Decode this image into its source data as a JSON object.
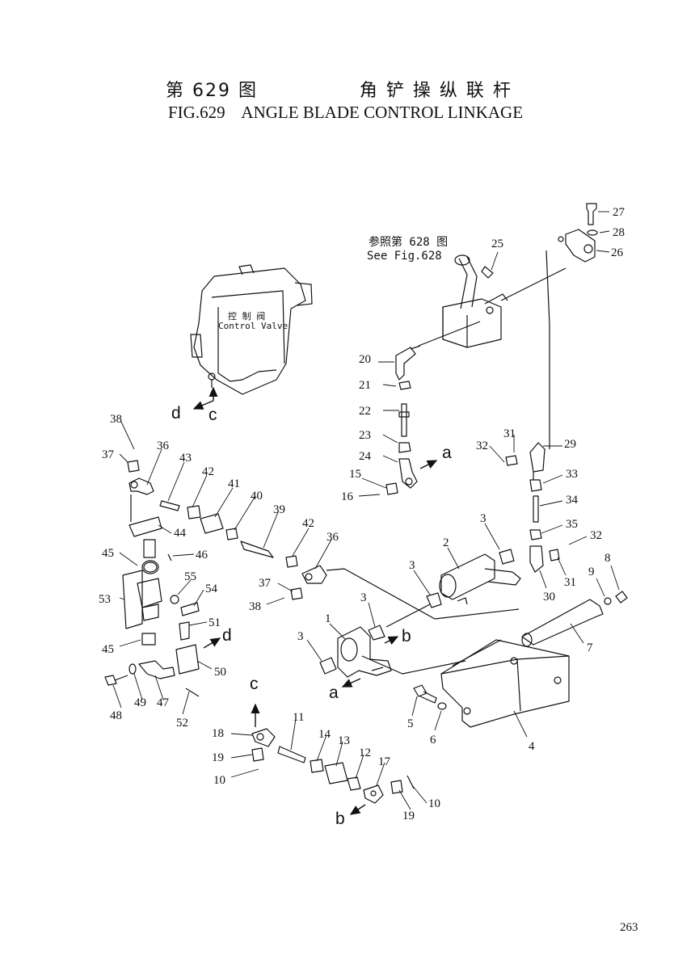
{
  "header": {
    "title_zh": "第 629 图              角 铲 操 纵 联 杆",
    "title_en": "FIG.629    ANGLE BLADE CONTROL LINKAGE"
  },
  "diagram": {
    "control_valve_zh": "控 制 阀",
    "control_valve_en": "Control Valve",
    "reference_zh": "参照第 628 图",
    "reference_en": "See Fig.628",
    "connector_labels": {
      "a1": "a",
      "a2": "a",
      "b1": "b",
      "b2": "b",
      "c1": "c",
      "c2": "c",
      "d1": "d",
      "d2": "d"
    },
    "callouts": {
      "n1": "1",
      "n2": "2",
      "n3a": "3",
      "n3b": "3",
      "n3c": "3",
      "n3d": "3",
      "n4": "4",
      "n5": "5",
      "n6": "6",
      "n7": "7",
      "n8": "8",
      "n9": "9",
      "n10a": "10",
      "n10b": "10",
      "n11": "11",
      "n12": "12",
      "n13": "13",
      "n14": "14",
      "n15": "15",
      "n16": "16",
      "n17": "17",
      "n18": "18",
      "n19a": "19",
      "n19b": "19",
      "n20": "20",
      "n21": "21",
      "n22": "22",
      "n23": "23",
      "n24": "24",
      "n25": "25",
      "n26": "26",
      "n27": "27",
      "n28": "28",
      "n29": "29",
      "n30": "30",
      "n31a": "31",
      "n31b": "31",
      "n32a": "32",
      "n32b": "32",
      "n33": "33",
      "n34": "34",
      "n35": "35",
      "n36a": "36",
      "n36b": "36",
      "n37a": "37",
      "n37b": "37",
      "n38a": "38",
      "n38b": "38",
      "n39": "39",
      "n40": "40",
      "n41": "41",
      "n42a": "42",
      "n42b": "42",
      "n43": "43",
      "n44": "44",
      "n45a": "45",
      "n45b": "45",
      "n46": "46",
      "n47": "47",
      "n48": "48",
      "n49": "49",
      "n50": "50",
      "n51": "51",
      "n52": "52",
      "n53": "53",
      "n54": "54",
      "n55": "55"
    }
  },
  "footer": {
    "page_number": "263"
  }
}
